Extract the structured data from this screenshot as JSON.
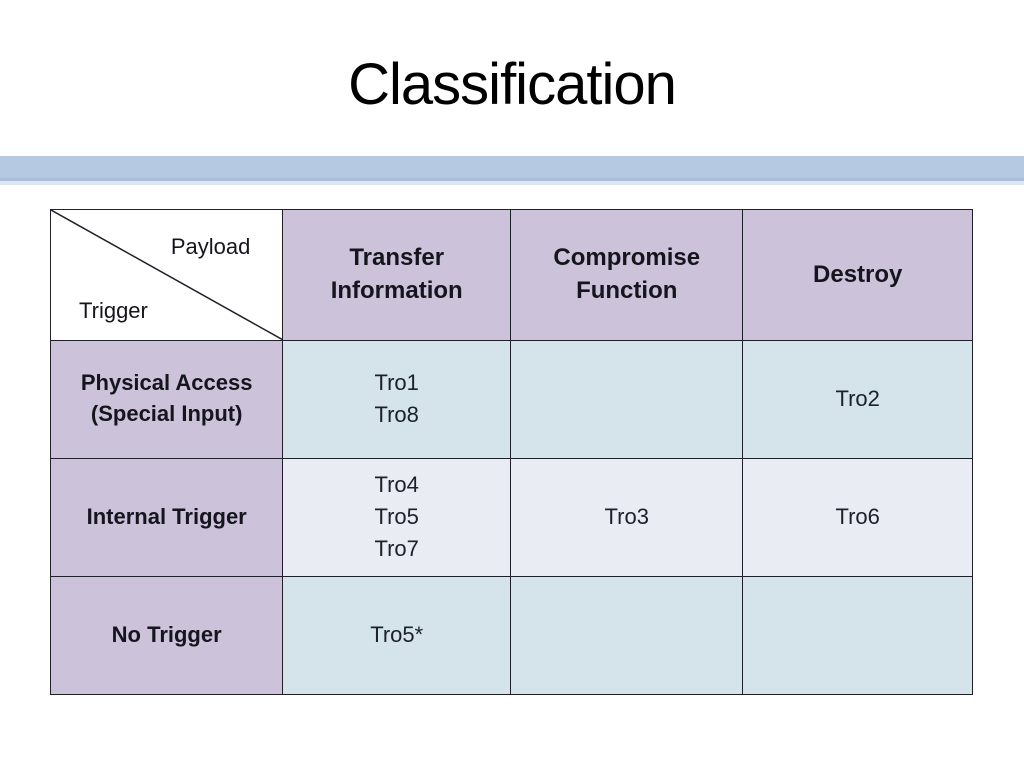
{
  "slide": {
    "title": "Classification"
  },
  "colors": {
    "accent_bar": "#b6c9e2",
    "header_fill": "#ccc3db",
    "cell_fill": "#d5e3ea",
    "cell_fill_alt": "#e9edf3",
    "corner_fill": "#ffffff",
    "border": "#20202a"
  },
  "table": {
    "corner": {
      "top_label": "Payload",
      "bottom_label": "Trigger"
    },
    "columns": [
      "Transfer\nInformation",
      "Compromise\nFunction",
      "Destroy"
    ],
    "rows": [
      {
        "header": "Physical Access\n(Special Input)",
        "cells": [
          "Tro1\nTro8",
          "",
          "Tro2"
        ]
      },
      {
        "header": "Internal Trigger",
        "cells": [
          "Tro4\nTro5\nTro7",
          "Tro3",
          "Tro6"
        ]
      },
      {
        "header": "No Trigger",
        "cells": [
          "Tro5*",
          "",
          ""
        ]
      }
    ]
  }
}
